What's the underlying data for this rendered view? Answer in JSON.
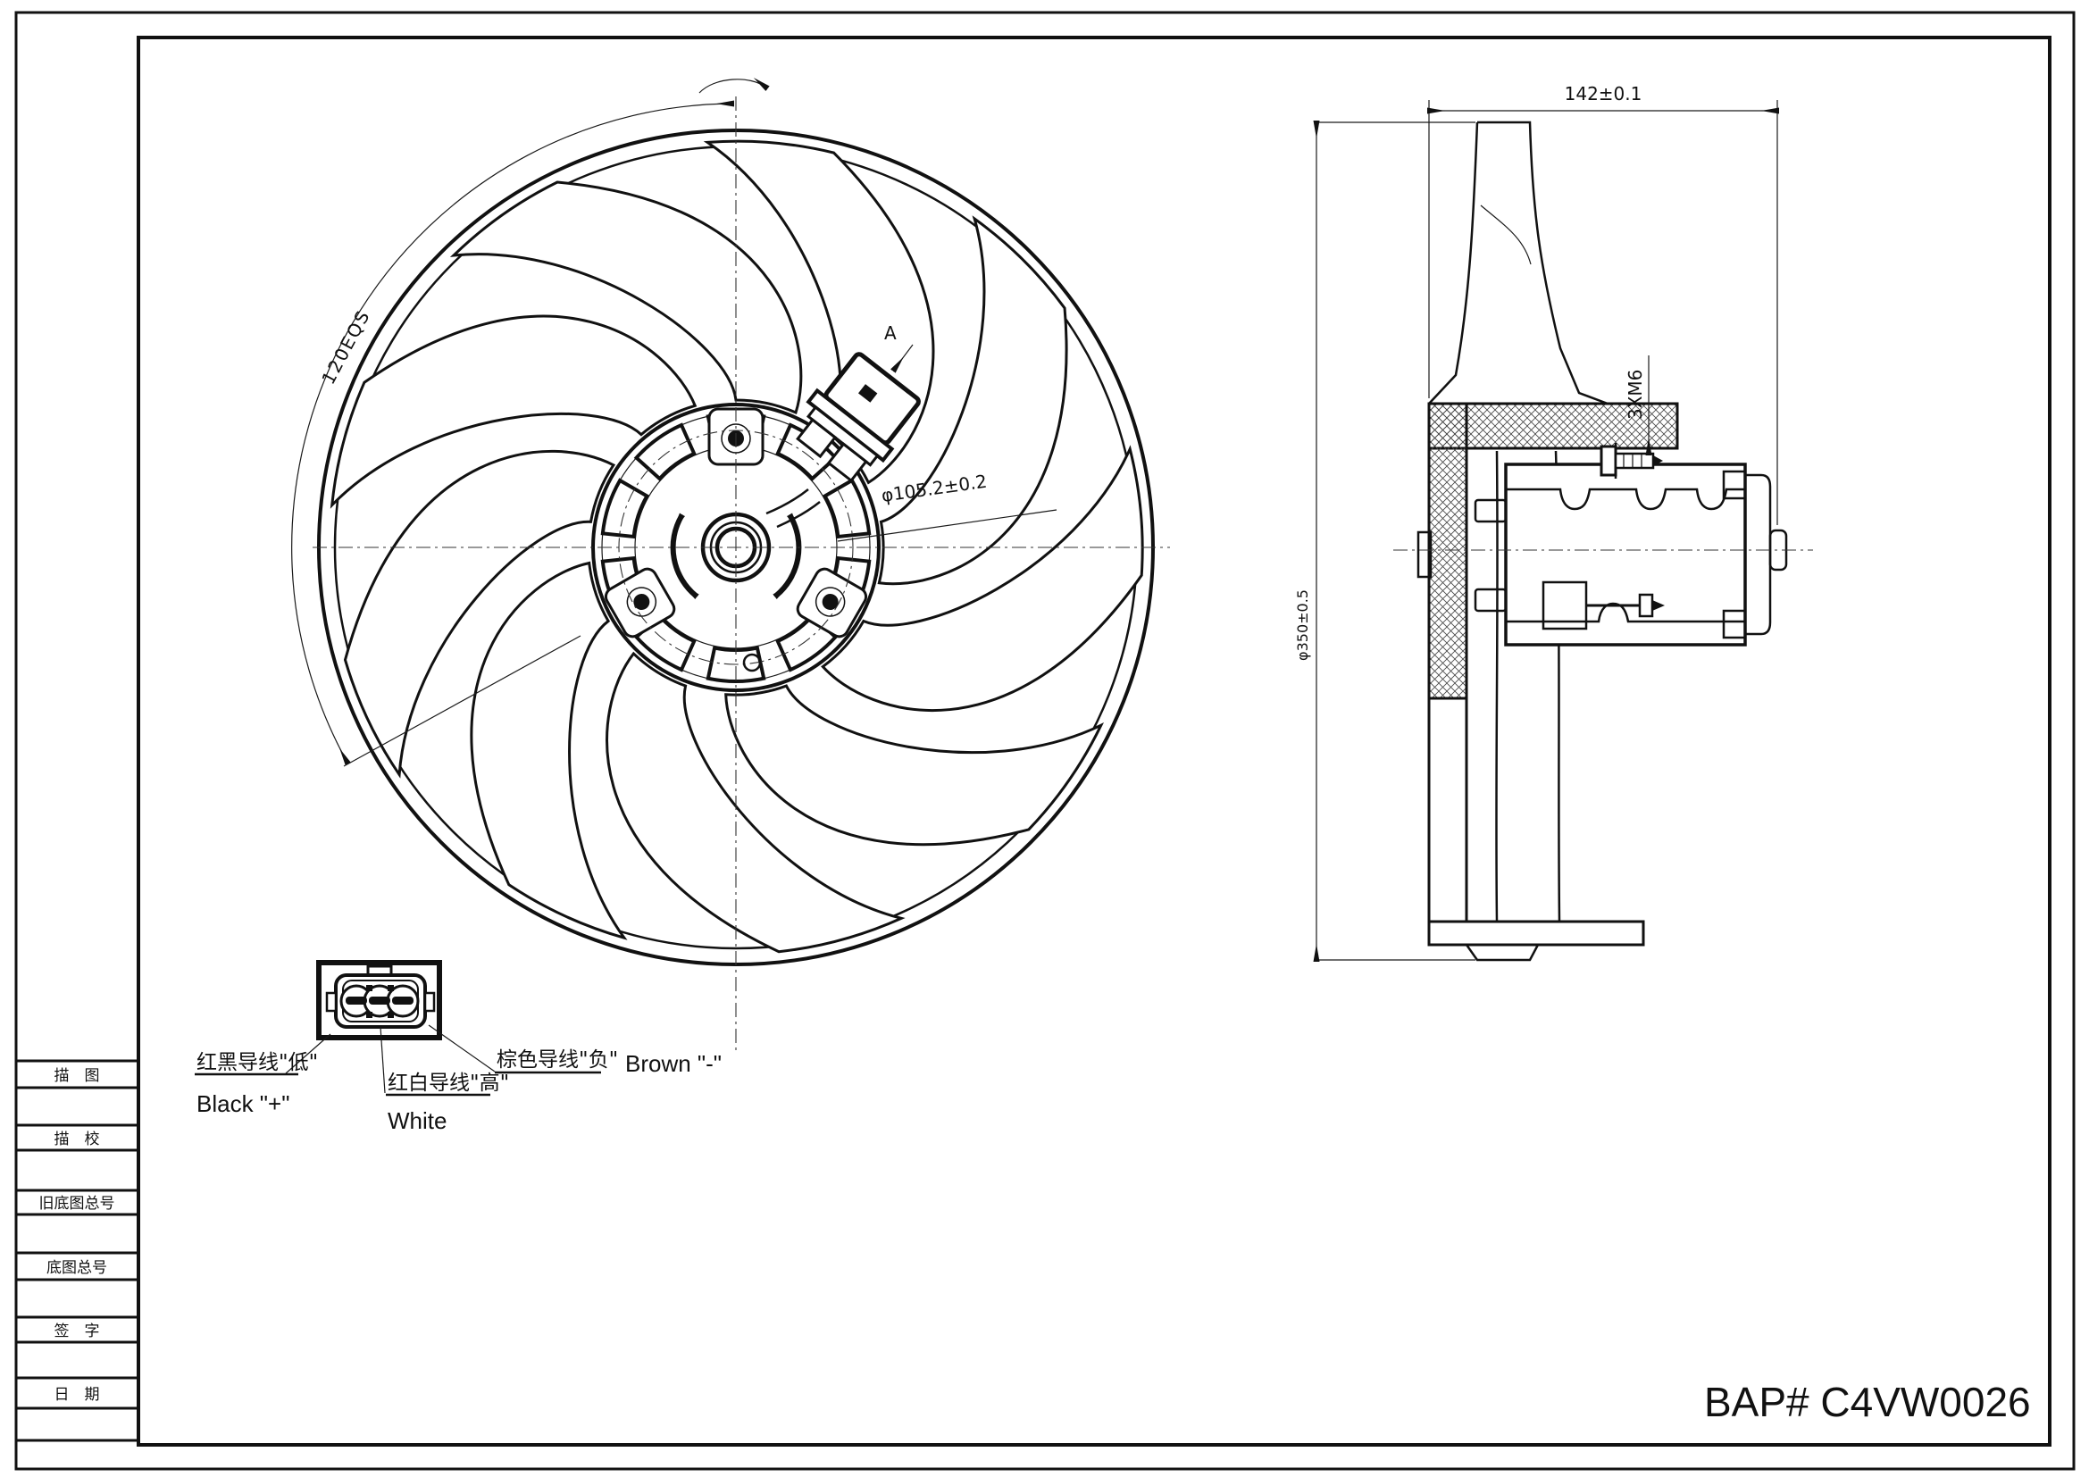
{
  "drawing": {
    "part_number": "BAP# C4VW0026",
    "front_view": {
      "rotation_spacing_label": "120EQS",
      "hub_dimension": "φ105.2±0.2",
      "detail_reference": "A"
    },
    "side_view": {
      "width_dimension": "142±0.1",
      "diameter_dimension": "φ350±0.5",
      "bolt_callout": "3XM6"
    },
    "connector": {
      "pin_low_cn": "红黑导线\"低\"",
      "pin_low_en": "Black \"+\"",
      "pin_high_cn": "红白导线\"高\"",
      "pin_high_en": "White",
      "pin_neg_cn": "棕色导线\"负\"",
      "pin_neg_en": "Brown \"-\""
    },
    "title_block_rows": {
      "r1": "描　图",
      "r2": "描　校",
      "r3": "旧底图总号",
      "r4": "底图总号",
      "r5": "签　字",
      "r6": "日　期"
    }
  }
}
